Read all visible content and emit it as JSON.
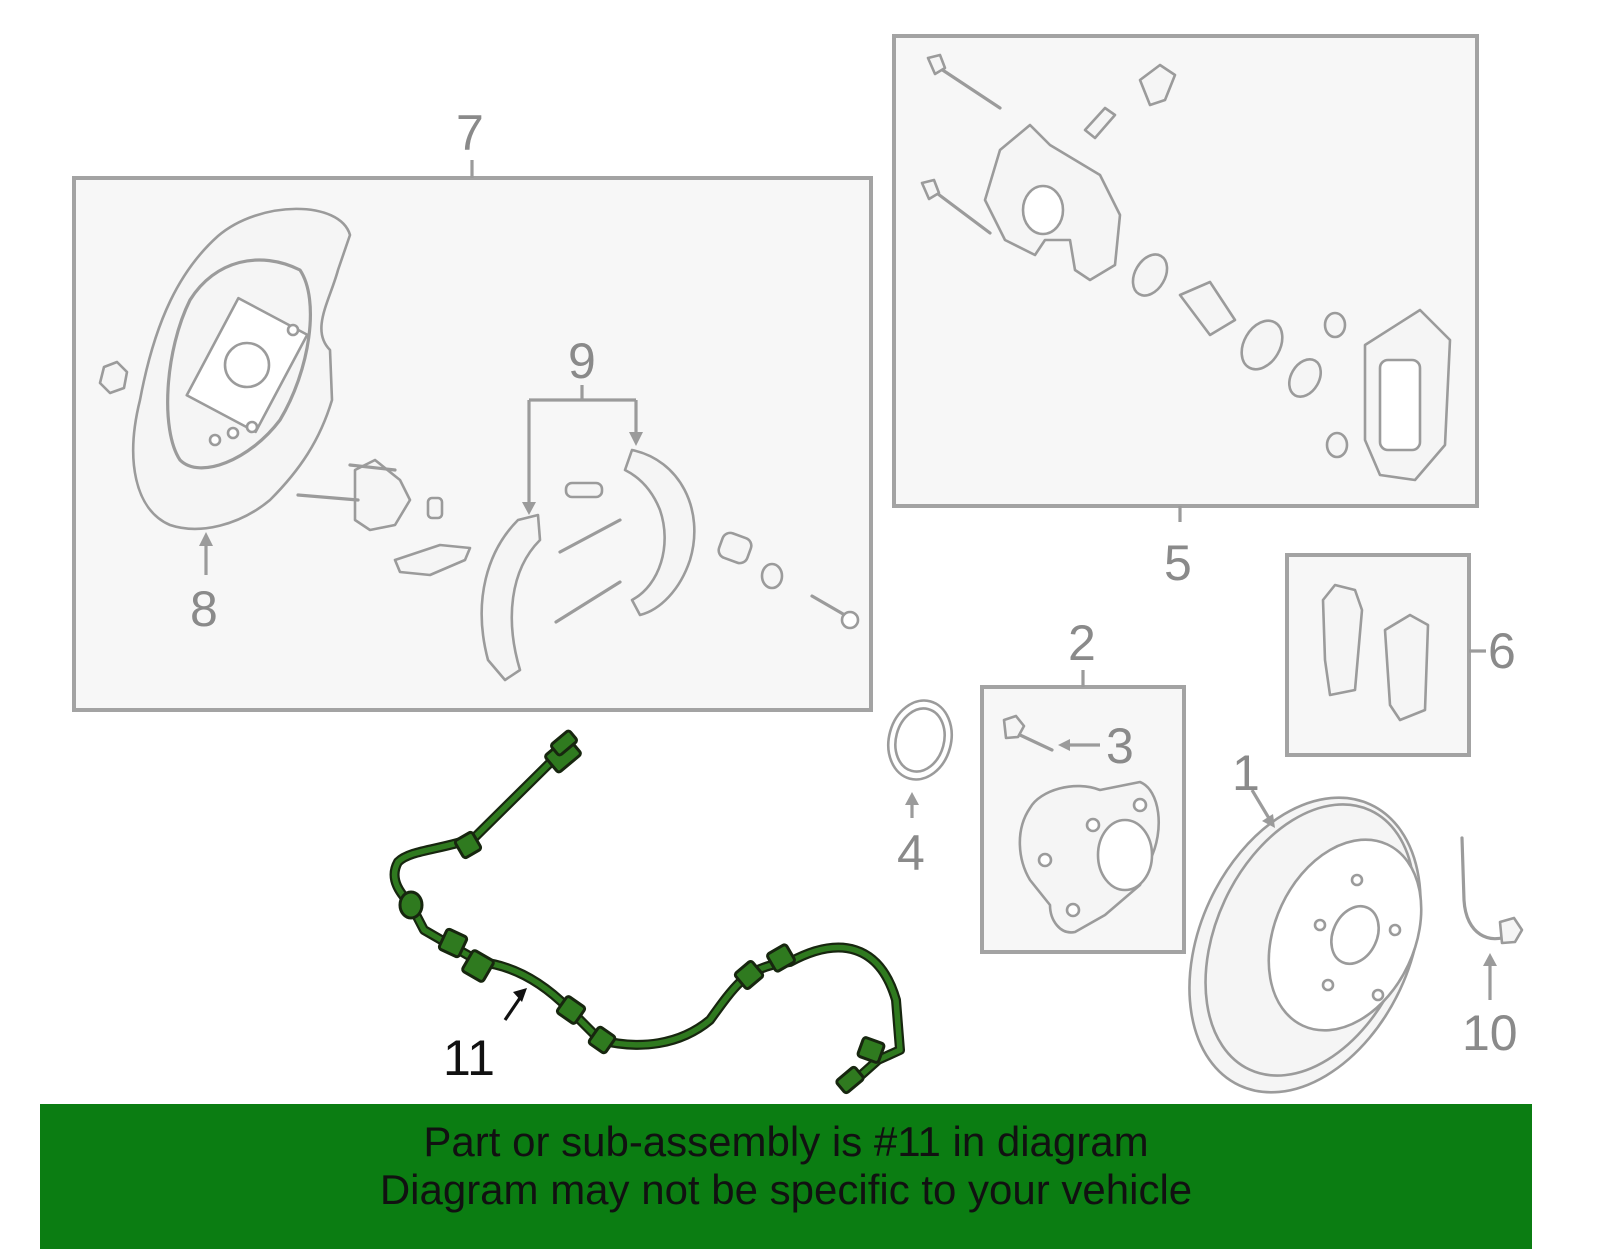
{
  "callouts": {
    "c1": "1",
    "c2": "2",
    "c3": "3",
    "c4": "4",
    "c5": "5",
    "c6": "6",
    "c7": "7",
    "c8": "8",
    "c9": "9",
    "c10": "10",
    "c11": "11"
  },
  "highlighted_part": "11",
  "colors": {
    "banner_background": "#0b7d12",
    "highlight_part": "#2f7a1f",
    "line_art": "#9b9b9b"
  },
  "banner": {
    "line1": "Part or sub-assembly is #11 in diagram",
    "line2": "Diagram may not be specific to your vehicle"
  }
}
